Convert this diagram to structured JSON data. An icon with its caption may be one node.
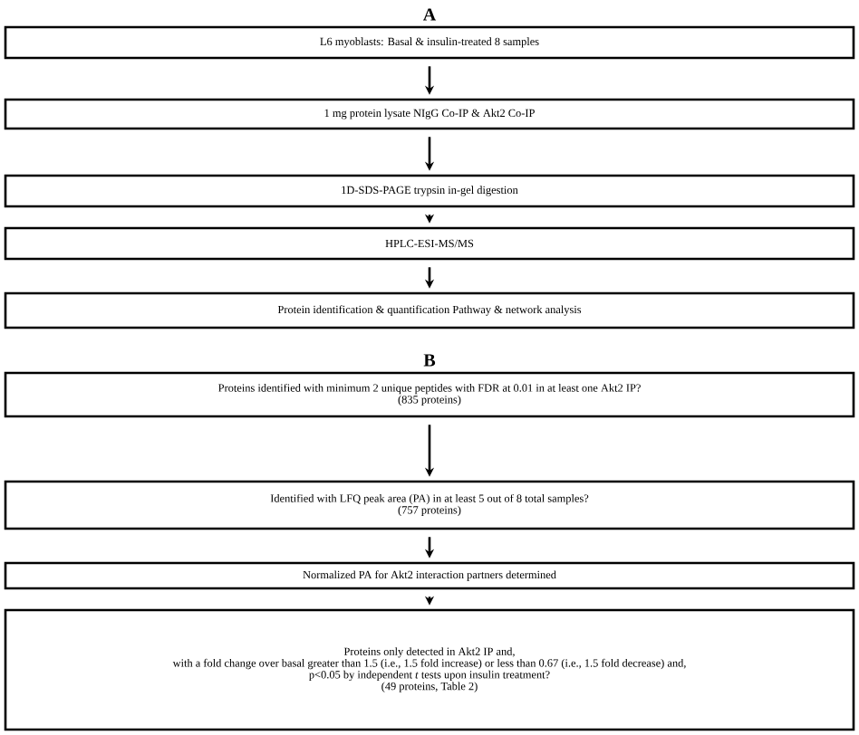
{
  "diagram": {
    "nodes": [
      {
        "text": [
          "L6 myoblasts: Basal & insulin-treated 8 samples"
        ]
      },
      {
        "text": [
          "1 mg protein lysate NIgG  Co-IP & Akt2 Co-IP"
        ]
      },
      {
        "text": [
          "1D-SDS-PAGE trypsin in-gel digestion"
        ]
      },
      {
        "text": [
          "HPLC-ESI-MS/MS"
        ]
      },
      {
        "text": [
          "Protein identification & quantification   Pathway & network analysis"
        ]
      },
      {
        "text": [
          "Proteins identified with minimum 2 unique peptides with FDR at 0.01 in at least one Akt2 IP?",
          "(835 proteins)"
        ]
      },
      {
        "text": [
          "Identified with LFQ peak area (PA) in at least 5 out of 8 total samples?",
          "(757 proteins)"
        ]
      },
      {
        "text": [
          "Normalized PA for Akt2 interaction partners determined"
        ]
      },
      {
        "text": [
          "Proteins only detected in Akt2 IP and,",
          "with a fold change over basal greater than 1.5 (i.e., 1.5 fold increase) or less than 0.67 (i.e., 1.5 fold decrease) and,",
          "p<0.05 by independent *t* tests upon insulin treatment?",
          "(49 proteins, Table 2)"
        ]
      }
    ],
    "edges": [
      {
        "from": 0,
        "to": 1,
        "arrow": "to"
      },
      {
        "from": 1,
        "to": 2,
        "arrow": "to"
      },
      {
        "from": 2,
        "to": 3,
        "arrow": "to"
      },
      {
        "from": 3,
        "to": 4,
        "arrow": "to"
      },
      {
        "from": 5,
        "to": 6,
        "arrow": "to"
      },
      {
        "from": 6,
        "to": 7,
        "arrow": "to"
      },
      {
        "from": 7,
        "to": 8,
        "arrow": "to"
      }
    ],
    "labels": [
      "A",
      "B"
    ]
  }
}
